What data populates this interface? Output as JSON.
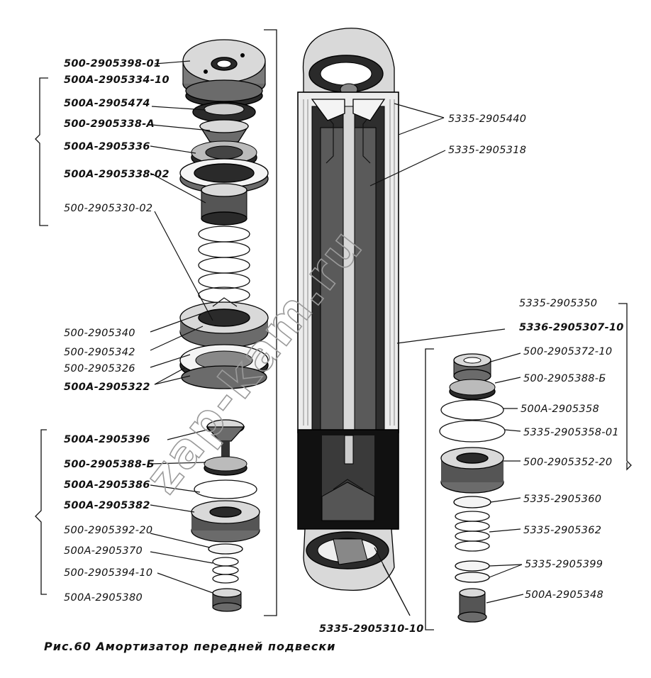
{
  "labels": {
    "l1": "500-2905398-01",
    "l2": "500А-2905334-10",
    "l3": "500А-2905474",
    "l4": "500-2905338-А",
    "l5": "500А-2905336",
    "l6": "500А-2905338-02",
    "l7": "500-2905330-02",
    "l8": "500-2905340",
    "l9": "500-2905342",
    "l10": "500-2905326",
    "l11": "500А-2905322",
    "l12": "500А-2905396",
    "l13": "500-2905388-Б",
    "l14": "500А-2905386",
    "l15": "500А-2905382",
    "l16": "500-2905392-20",
    "l17": "500А-2905370",
    "l18": "500-2905394-10",
    "l19": "500А-2905380",
    "r1": "5335-2905440",
    "r2": "5335-2905318",
    "r3": "5335-2905350",
    "r4": "5336-2905307-10",
    "r5": "500-2905372-10",
    "r6": "500-2905388-Б",
    "r7": "500А-2905358",
    "r8": "5335-2905358-01",
    "r9": "500-2905352-20",
    "r10": "5335-2905360",
    "r11": "5335-2905362",
    "r12": "5335-2905399",
    "r13": "500А-2905348",
    "b1": "5335-2905310-10"
  },
  "caption": "Рис.60 Амортизатор передней подвески",
  "watermark": "zap-kam.ru"
}
